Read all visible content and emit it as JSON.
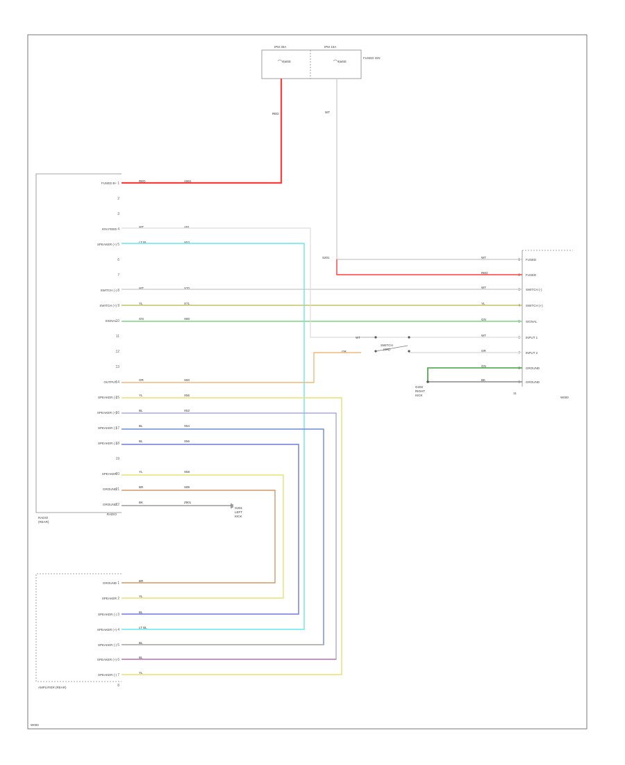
{
  "colors": {
    "red": "#ff3b3b",
    "gray": "#c8c8c8",
    "lightblue": "#66e6ea",
    "green": "#7fd37f",
    "olive": "#c8c064",
    "orange": "#f0b878",
    "yellow": "#e8e070",
    "blue": "#6c78e0",
    "blue2": "#6e8ad8",
    "violet": "#a8a8e8",
    "brown": "#d09868",
    "darkgreen": "#3ca03c",
    "black": "#666666"
  },
  "footer_code": "W000",
  "fuse_box": {
    "left_title": "IPM 30A",
    "right_title": "IPM 10A",
    "left_fuse": "FUSE",
    "right_fuse": "FUSE",
    "right_note": "FUSED IGN"
  },
  "left_module": {
    "name": "RADIO",
    "rows": [
      {
        "pin": "1",
        "label": "FUSED B+",
        "color": "RED",
        "circuit": "A901"
      },
      {
        "pin": "2",
        "label": "",
        "color": "",
        "circuit": ""
      },
      {
        "pin": "3",
        "label": "",
        "color": "",
        "circuit": ""
      },
      {
        "pin": "4",
        "label": "IGN FEED",
        "color": "WT",
        "circuit": "A91"
      },
      {
        "pin": "5",
        "label": "SPEAKER (+)",
        "color": "LT BL",
        "circuit": "X53"
      },
      {
        "pin": "6",
        "label": "",
        "color": "",
        "circuit": ""
      },
      {
        "pin": "7",
        "label": "",
        "color": "",
        "circuit": ""
      },
      {
        "pin": "8",
        "label": "SWITCH (-)",
        "color": "WT",
        "circuit": "X70"
      },
      {
        "pin": "9",
        "label": "SWITCH (+)",
        "color": "YL",
        "circuit": "X71"
      },
      {
        "pin": "10",
        "label": "SIGNAL",
        "color": "GN",
        "circuit": "X80"
      },
      {
        "pin": "11",
        "label": "",
        "color": "",
        "circuit": ""
      },
      {
        "pin": "12",
        "label": "",
        "color": "",
        "circuit": ""
      },
      {
        "pin": "13",
        "label": "",
        "color": "",
        "circuit": ""
      },
      {
        "pin": "14",
        "label": "OUTPUT",
        "color": "OR",
        "circuit": "X60"
      },
      {
        "pin": "15",
        "label": "SPEAKER (-)",
        "color": "YL",
        "circuit": "X55"
      },
      {
        "pin": "16",
        "label": "SPEAKER (+)",
        "color": "BL",
        "circuit": "X52"
      },
      {
        "pin": "17",
        "label": "SPEAKER (-)",
        "color": "BL",
        "circuit": "X54"
      },
      {
        "pin": "18",
        "label": "SPEAKER (-)",
        "color": "BL",
        "circuit": "X56"
      },
      {
        "pin": "19",
        "label": "",
        "color": "",
        "circuit": ""
      },
      {
        "pin": "20",
        "label": "SPEAKER",
        "color": "YL",
        "circuit": "X58"
      },
      {
        "pin": "21",
        "label": "GROUND",
        "color": "BR",
        "circuit": "X89"
      },
      {
        "pin": "22",
        "label": "GROUND",
        "color": "BK",
        "circuit": "Z901"
      }
    ],
    "caption_line1": "RADIO",
    "caption_line2": "(REAR)",
    "ground_note_line1": "G201",
    "ground_note_line2": "LEFT",
    "ground_note_line3": "KICK"
  },
  "right_module": {
    "rows": [
      {
        "pin": "1",
        "label": "FUSED",
        "color": "WT"
      },
      {
        "pin": "2",
        "label": "FUSED",
        "color": "RED"
      },
      {
        "pin": "3",
        "label": "SWITCH (-)",
        "color": "WT"
      },
      {
        "pin": "4",
        "label": "SWITCH (+)",
        "color": "YL"
      },
      {
        "pin": "5",
        "label": "SIGNAL",
        "color": "GN"
      },
      {
        "pin": "6",
        "label": "INPUT 1",
        "color": "WT"
      },
      {
        "pin": "7",
        "label": "INPUT 2",
        "color": "OR"
      },
      {
        "pin": "8",
        "label": "GROUND",
        "color": "GN"
      },
      {
        "pin": "9",
        "label": "GROUND",
        "color": "BK"
      }
    ],
    "splice_wire_label": "WT",
    "splice_wire_label2": "OR",
    "switch_label_line1": "SWITCH",
    "switch_label_line2": "(ON)",
    "ground_note_line1": "G202",
    "ground_note_line2": "RIGHT",
    "ground_note_line3": "KICK",
    "footer_pin": "11"
  },
  "red_wire_label": "RED",
  "gray_wire_label_line1": "WT",
  "gray_wire_label_line2": "",
  "splice_label": "S201",
  "bottom_module": {
    "rows": [
      {
        "pin": "1",
        "label": "GROUND",
        "color": "BR"
      },
      {
        "pin": "2",
        "label": "SPEAKER",
        "color": "YL"
      },
      {
        "pin": "3",
        "label": "SPEAKER (-)",
        "color": "BL"
      },
      {
        "pin": "4",
        "label": "SPEAKER (+)",
        "color": "LT BL"
      },
      {
        "pin": "5",
        "label": "SPEAKER (-)",
        "color": "BL"
      },
      {
        "pin": "6",
        "label": "SPEAKER (+)",
        "color": "BL"
      },
      {
        "pin": "7",
        "label": "SPEAKER (-)",
        "color": "YL"
      },
      {
        "pin": "8",
        "label": "",
        "color": ""
      }
    ],
    "caption": "AMPLIFIER (REAR)"
  }
}
